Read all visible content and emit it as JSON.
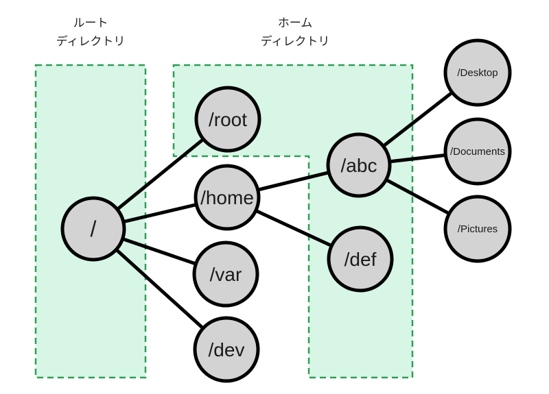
{
  "diagram": {
    "description": "Linux filesystem directory tree with root and home directory regions highlighted",
    "colors": {
      "region_fill": "#d7f6e6",
      "region_border": "#2f9e55",
      "node_fill": "#d3d3d3",
      "node_border": "#000000",
      "edge": "#000000",
      "background": "#ffffff"
    },
    "regions": {
      "root_directory": {
        "line1": "ルート",
        "line2": "ディレクトリ"
      },
      "home_directory": {
        "line1": "ホーム",
        "line2": "ディレクトリ"
      }
    },
    "nodes": {
      "root": {
        "label": "/"
      },
      "root_home": {
        "label": "/root"
      },
      "home": {
        "label": "/home"
      },
      "var": {
        "label": "/var"
      },
      "dev": {
        "label": "/dev"
      },
      "abc": {
        "label": "/abc"
      },
      "def": {
        "label": "/def"
      },
      "desktop": {
        "label": "/Desktop"
      },
      "documents": {
        "label": "/Documents"
      },
      "pictures": {
        "label": "/Pictures"
      }
    },
    "edges": [
      {
        "from": "/",
        "to": "/root"
      },
      {
        "from": "/",
        "to": "/home"
      },
      {
        "from": "/",
        "to": "/var"
      },
      {
        "from": "/",
        "to": "/dev"
      },
      {
        "from": "/home",
        "to": "/abc"
      },
      {
        "from": "/home",
        "to": "/def"
      },
      {
        "from": "/abc",
        "to": "/Desktop"
      },
      {
        "from": "/abc",
        "to": "/Documents"
      },
      {
        "from": "/abc",
        "to": "/Pictures"
      }
    ]
  }
}
